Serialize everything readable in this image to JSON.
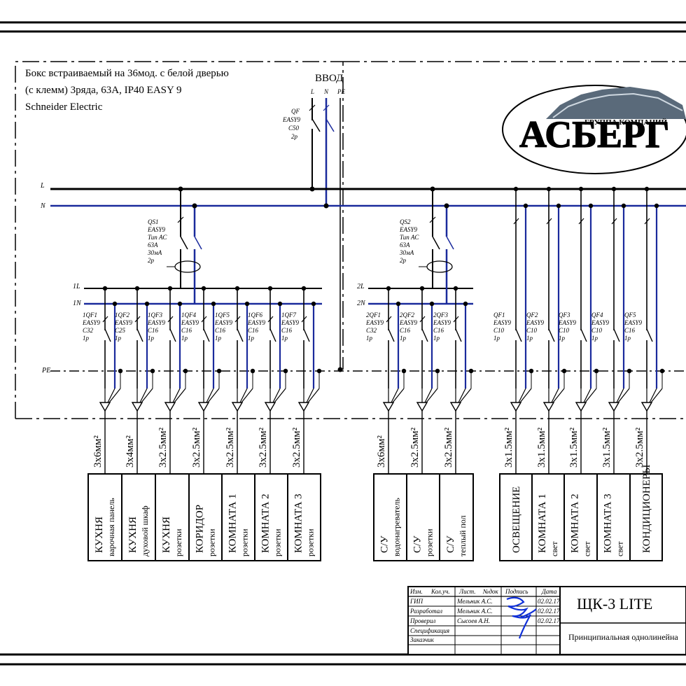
{
  "header": {
    "line1": "Бокс встраиваемый на 36мод. с белой дверью",
    "line2": "(с клемм) 3ряда, 63А, IP40 EASY 9",
    "line3": "Schneider Electric"
  },
  "input": {
    "title": "ВВОД",
    "terminals": [
      "L",
      "N",
      "PE"
    ],
    "breaker": [
      "QF",
      "EASY9",
      "C50",
      "2p"
    ]
  },
  "logo": {
    "main": "АСБЕРГ",
    "sub": "ГРУППА КОМПАНИЙ"
  },
  "buses": {
    "l": "L",
    "n": "N",
    "l1": "1L",
    "n1": "1N",
    "l2": "2L",
    "n2": "2N",
    "pe": "PE"
  },
  "rcds": [
    {
      "lines": [
        "QS1",
        "EASY9",
        "Тип АС",
        "63А",
        "30мА",
        "2р"
      ]
    },
    {
      "lines": [
        "QS2",
        "EASY9",
        "Тип АС",
        "63А",
        "30мА",
        "2р"
      ]
    }
  ],
  "groups": [
    {
      "breaker": [
        "1QF1",
        "EASY9",
        "C32",
        "1p"
      ],
      "cable": "3x6мм²",
      "room": [
        "КУХНЯ",
        "варочная панель"
      ]
    },
    {
      "breaker": [
        "1QF2",
        "EASY9",
        "C25",
        "1p"
      ],
      "cable": "3x4мм²",
      "room": [
        "КУХНЯ",
        "духовой шкаф"
      ]
    },
    {
      "breaker": [
        "1QF3",
        "EASY9",
        "C16",
        "1p"
      ],
      "cable": "3x2.5мм²",
      "room": [
        "КУХНЯ",
        "розетки"
      ]
    },
    {
      "breaker": [
        "1QF4",
        "EASY9",
        "C16",
        "1p"
      ],
      "cable": "3x2.5мм²",
      "room": [
        "КОРИДОР",
        "розетки"
      ]
    },
    {
      "breaker": [
        "1QF5",
        "EASY9",
        "C16",
        "1p"
      ],
      "cable": "3x2.5мм²",
      "room": [
        "КОМНАТА 1",
        "розетки"
      ]
    },
    {
      "breaker": [
        "1QF6",
        "EASY9",
        "C16",
        "1p"
      ],
      "cable": "3x2.5мм²",
      "room": [
        "КОМНАТА 2",
        "розетки"
      ]
    },
    {
      "breaker": [
        "1QF7",
        "EASY9",
        "C16",
        "1p"
      ],
      "cable": "3x2.5мм²",
      "room": [
        "КОМНАТА 3",
        "розетки"
      ]
    },
    {
      "breaker": [
        "2QF1",
        "EASY9",
        "C32",
        "1p"
      ],
      "cable": "3x6мм²",
      "room": [
        "С/У",
        "водонагреватель"
      ]
    },
    {
      "breaker": [
        "2QF2",
        "EASY9",
        "C16",
        "1p"
      ],
      "cable": "3x2.5мм²",
      "room": [
        "С/У",
        "розетки"
      ]
    },
    {
      "breaker": [
        "2QF3",
        "EASY9",
        "C16",
        "1p"
      ],
      "cable": "3x2.5мм²",
      "room": [
        "С/У",
        "теплый пол"
      ]
    },
    {
      "breaker": [
        "QF1",
        "EASY9",
        "C10",
        "1p"
      ],
      "cable": "3x1.5мм²",
      "room": [
        "ОСВЕЩЕНИЕ",
        ""
      ]
    },
    {
      "breaker": [
        "QF2",
        "EASY9",
        "C10",
        "1p"
      ],
      "cable": "3x1.5мм²",
      "room": [
        "КОМНАТА 1",
        "свет"
      ]
    },
    {
      "breaker": [
        "QF3",
        "EASY9",
        "C10",
        "1p"
      ],
      "cable": "3x1.5мм²",
      "room": [
        "КОМНАТА 2",
        "свет"
      ]
    },
    {
      "breaker": [
        "QF4",
        "EASY9",
        "C10",
        "1p"
      ],
      "cable": "3x1.5мм²",
      "room": [
        "КОМНАТА 3",
        "свет"
      ]
    },
    {
      "breaker": [
        "QF5",
        "EASY9",
        "C16",
        "1p"
      ],
      "cable": "3x2.5мм²",
      "room": [
        "КОНДИЦИОНЕРЫ",
        ""
      ]
    }
  ],
  "title_block": {
    "col_heads": [
      "Изм.",
      "Кол.уч.",
      "Лист.",
      "№док",
      "Подпись",
      "Дата"
    ],
    "rows": [
      {
        "role": "ГИП",
        "name": "Мельник А.С.",
        "date": "02.02.17"
      },
      {
        "role": "Разработал",
        "name": "Мельник А.С.",
        "date": "02.02.17"
      },
      {
        "role": "Проверил",
        "name": "Сысоев А.Н.",
        "date": "02.02.17"
      },
      {
        "role": "Спецификация",
        "name": "",
        "date": ""
      },
      {
        "role": "Заказчик",
        "name": "",
        "date": ""
      }
    ],
    "project": "ЩК-3 LITE",
    "description": "Принципиальная однолинейна"
  },
  "colors": {
    "ink": "#000000",
    "neutral": "#1a2a9c",
    "signature": "#1030d8"
  }
}
